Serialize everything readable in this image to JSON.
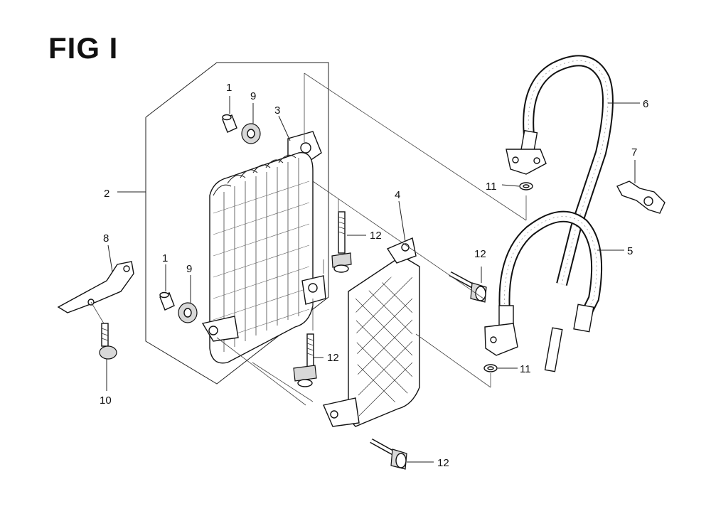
{
  "title": "FIG I",
  "callouts": {
    "c1a": "1",
    "c1b": "1",
    "c2": "2",
    "c3": "3",
    "c4": "4",
    "c5": "5",
    "c6": "6",
    "c7": "7",
    "c8": "8",
    "c9a": "9",
    "c9b": "9",
    "c10": "10",
    "c11a": "11",
    "c11b": "11",
    "c12a": "12",
    "c12b": "12",
    "c12c": "12",
    "c12d": "12"
  }
}
